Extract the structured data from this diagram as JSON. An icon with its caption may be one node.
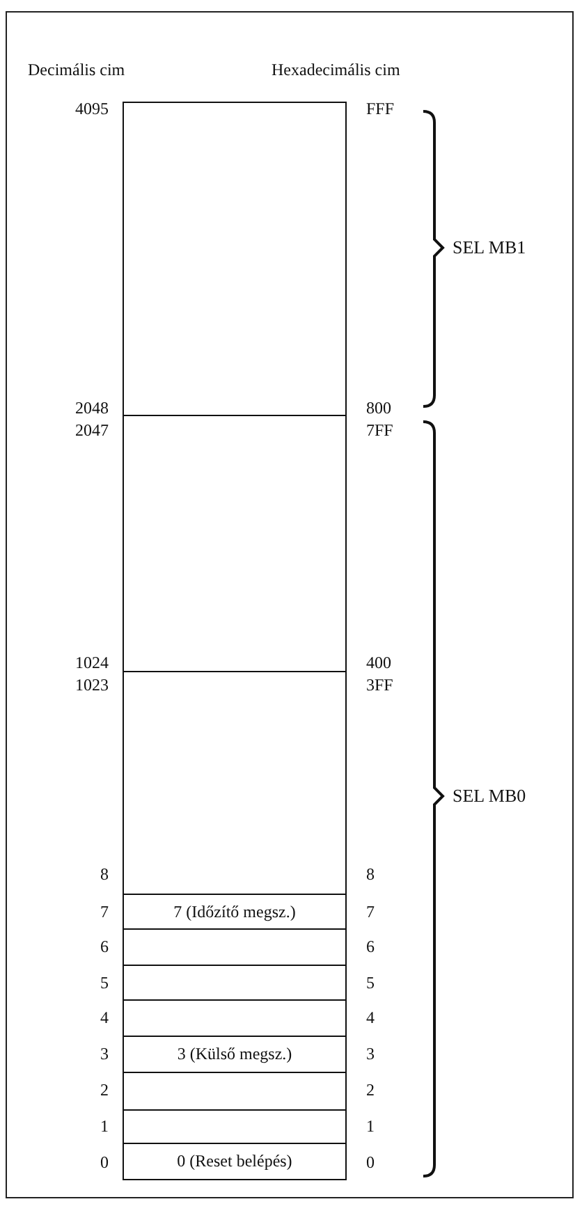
{
  "diagram": {
    "nodes": [
      {
        "text": [],
        "shape": "box"
      },
      {
        "text": [],
        "shape": "box"
      },
      {
        "text": [],
        "shape": "box"
      },
      {
        "text": [
          "7 (Időzítő megsz.)"
        ]
      },
      {
        "text": [],
        "shape": "box"
      },
      {
        "text": [],
        "shape": "box"
      },
      {
        "text": [],
        "shape": "box"
      },
      {
        "text": [
          "3 (Külső megsz.)"
        ]
      },
      {
        "text": [],
        "shape": "box"
      },
      {
        "text": [],
        "shape": "box"
      },
      {
        "text": [
          "0 (Reset belépés)"
        ]
      }
    ],
    "labels": [
      "Decimális cim",
      "Hexadecimális cim",
      "4095",
      "FFF",
      "SEL MB1",
      "2048",
      "800",
      "2047",
      "7FF",
      "1024",
      "400",
      "1023",
      "3FF",
      "SEL MB0",
      "8",
      "8",
      "7",
      "7",
      "6",
      "6",
      "5",
      "5",
      "4",
      "4",
      "3",
      "3",
      "2",
      "2",
      "1",
      "1",
      "0",
      "0"
    ]
  }
}
